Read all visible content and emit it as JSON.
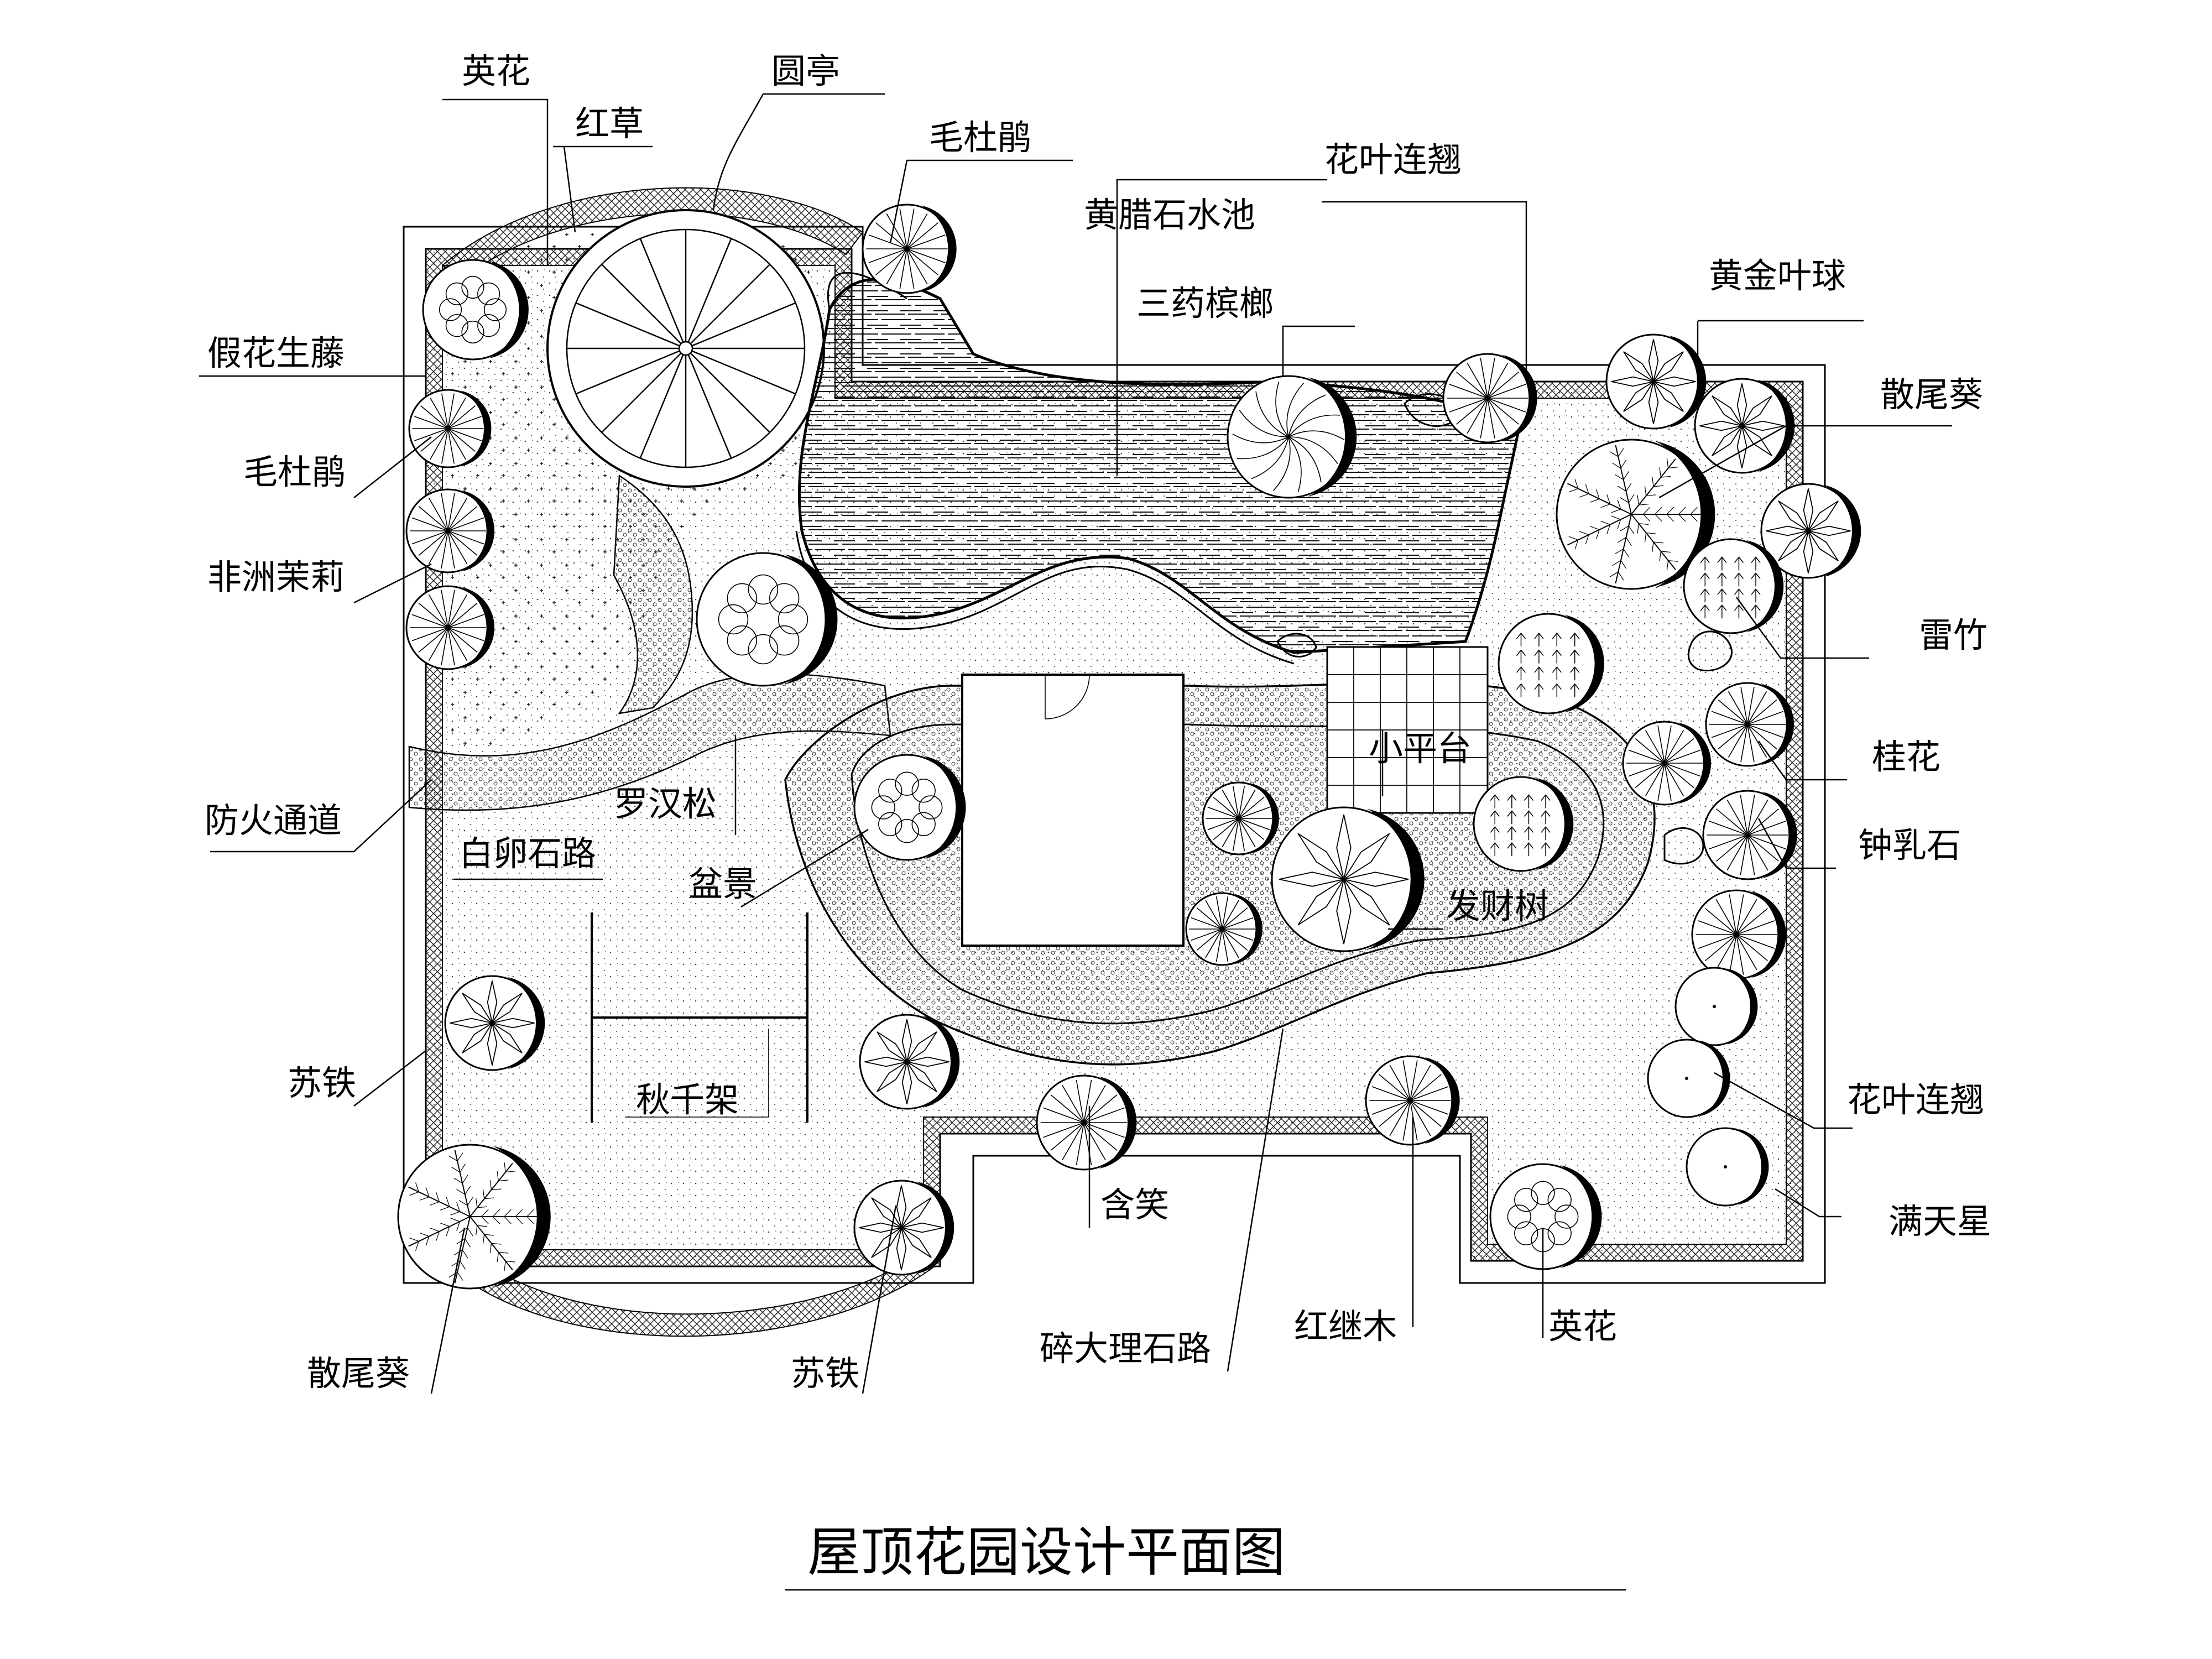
{
  "title": "屋顶花园设计平面图",
  "labels": {
    "ying_hua_top": "英花",
    "hong_cao": "红草",
    "yuan_ting": "圆亭",
    "mao_du_juan_top": "毛杜鹃",
    "huang_la_shi_shui_chi": "黄腊石水池",
    "hua_ye_lian_qiao_top": "花叶连翘",
    "san_yao_bin_lang": "三药槟榔",
    "huang_jin_ye_qiu": "黄金叶球",
    "jia_hua_sheng_teng": "假花生藤",
    "san_wei_kui_right": "散尾葵",
    "mao_du_juan_left": "毛杜鹃",
    "fei_zhou_mo_li": "非洲茉莉",
    "lei_zhu": "雷竹",
    "gui_hua": "桂花",
    "xiao_ping_tai": "小平台",
    "fang_huo_tong_dao": "防火通道",
    "luo_han_song": "罗汉松",
    "zhong_ru_shi": "钟乳石",
    "bai_luan_shi_lu": "白卵石路",
    "pen_jing": "盆景",
    "fa_cai_shu": "发财树",
    "su_tie_left": "苏铁",
    "qiu_qian_jia": "秋千架",
    "hua_ye_lian_qiao_right": "花叶连翘",
    "han_xiao": "含笑",
    "man_tian_xing": "满天星",
    "hong_ji_mu": "红继木",
    "ying_hua_bottom": "英花",
    "san_wei_kui_bottom": "散尾葵",
    "su_tie_bottom": "苏铁",
    "sui_da_li_shi_lu": "碎大理石路"
  }
}
